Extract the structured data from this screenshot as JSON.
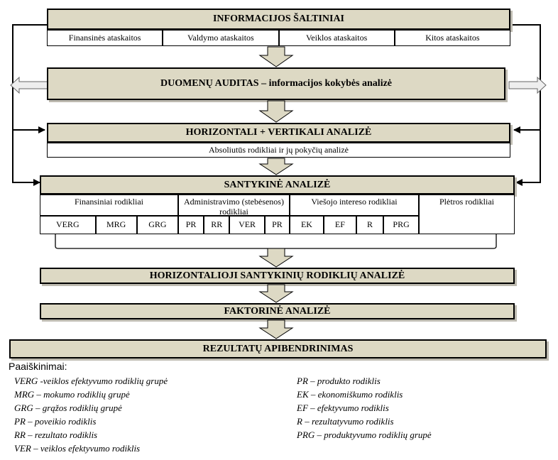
{
  "stages": {
    "sources": "INFORMACIJOS ŠALTINIAI",
    "audit": "DUOMENŲ AUDITAS – informacijos kokybės analizė",
    "horizontal_vertical": "HORIZONTALI + VERTIKALI  ANALIZĖ",
    "horizontal_vertical_sub": "Absoliutūs rodikliai ir jų pokyčių analizė",
    "ratio": "SANTYKINĖ ANALIZĖ",
    "ratio_horizontal": "HORIZONTALIOJI SANTYKINIŲ RODIKLIŲ ANALIZĖ",
    "factor": "FAKTORINĖ ANALIZĖ",
    "summary": "REZULTATŲ APIBENDRINIMAS"
  },
  "sources": [
    "Finansinės ataskaitos",
    "Valdymo ataskaitos",
    "Veiklos ataskaitos",
    "Kitos ataskaitos"
  ],
  "ratio_groups": [
    {
      "label": "Finansiniai rodikliai",
      "items": [
        "VERG",
        "MRG",
        "GRG"
      ]
    },
    {
      "label": "Administravimo (stebėsenos) rodikliai",
      "items": [
        "PR",
        "RR",
        "VER",
        "PR"
      ]
    },
    {
      "label": "Viešojo intereso rodikliai",
      "items": [
        "EK",
        "EF",
        "R",
        "PRG"
      ]
    },
    {
      "label": "Plėtros rodikliai",
      "items": []
    }
  ],
  "legend": {
    "title": "Paaiškinimai:",
    "left": [
      "VERG -veiklos efektyvumo rodiklių grupė",
      "MRG – mokumo rodiklių grupė",
      "GRG – grąžos rodiklių grupė",
      "PR – poveikio rodiklis",
      "RR – rezultato rodiklis",
      "VER – veiklos efektyvumo rodiklis"
    ],
    "right": [
      "PR – produkto rodiklis",
      "EK – ekonomiškumo rodiklis",
      "EF – efektyvumo rodiklis",
      "R – rezultatyvumo rodiklis",
      "PRG – produktyvumo rodiklių grupė"
    ]
  },
  "colors": {
    "stage_fill": "#ddd9c4",
    "arrow_fill": "#ddd9c4",
    "stroke": "#000000"
  }
}
